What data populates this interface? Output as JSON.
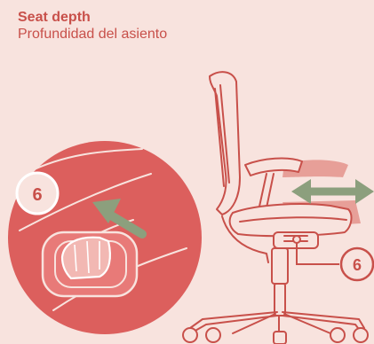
{
  "title": {
    "en": "Seat depth",
    "es": "Profundidad del asiento"
  },
  "callouts": {
    "detail_badge": "6",
    "chair_badge": "6"
  },
  "colors": {
    "background": "#f8e3de",
    "accent_red": "#dc5f5d",
    "line": "#c8504a",
    "arrow_green": "#8c9f7d",
    "shadow": "#e79f98",
    "white": "#ffffff"
  },
  "icons": {
    "adjust_direction": "double-arrow-horizontal",
    "detail_direction": "arrow-up-left"
  }
}
